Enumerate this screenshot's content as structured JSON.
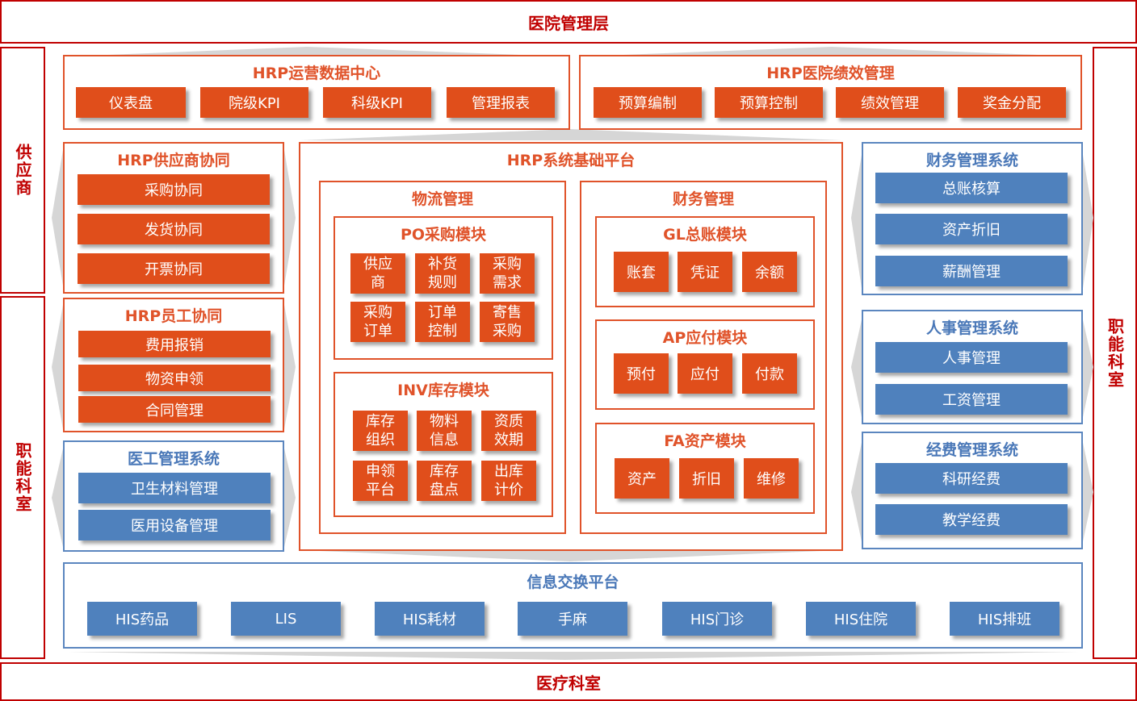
{
  "bands": {
    "top": "医院管理层",
    "bottom": "医疗科室"
  },
  "side": {
    "supplier": "供应商",
    "left_dept": "职能科室",
    "right_dept": "职能科室"
  },
  "data_center": {
    "title": "HRP运营数据中心",
    "items": [
      "仪表盘",
      "院级KPI",
      "科级KPI",
      "管理报表"
    ]
  },
  "performance": {
    "title": "HRP医院绩效管理",
    "items": [
      "预算编制",
      "预算控制",
      "绩效管理",
      "奖金分配"
    ]
  },
  "supplier_collab": {
    "title": "HRP供应商协同",
    "items": [
      "采购协同",
      "发货协同",
      "开票协同"
    ]
  },
  "staff_collab": {
    "title": "HRP员工协同",
    "items": [
      "费用报销",
      "物资申领",
      "合同管理"
    ]
  },
  "medical_eng": {
    "title": "医工管理系统",
    "items": [
      "卫生材料管理",
      "医用设备管理"
    ]
  },
  "platform": {
    "title": "HRP系统基础平台",
    "logistics": {
      "title": "物流管理",
      "po": {
        "title": "PO采购模块",
        "items": [
          "供应\n商",
          "补货\n规则",
          "采购\n需求",
          "采购\n订单",
          "订单\n控制",
          "寄售\n采购"
        ]
      },
      "inv": {
        "title": "INV库存模块",
        "items": [
          "库存\n组织",
          "物料\n信息",
          "资质\n效期",
          "申领\n平台",
          "库存\n盘点",
          "出库\n计价"
        ]
      }
    },
    "finance": {
      "title": "财务管理",
      "gl": {
        "title": "GL总账模块",
        "items": [
          "账套",
          "凭证",
          "余额"
        ]
      },
      "ap": {
        "title": "AP应付模块",
        "items": [
          "预付",
          "应付",
          "付款"
        ]
      },
      "fa": {
        "title": "FA资产模块",
        "items": [
          "资产",
          "折旧",
          "维修"
        ]
      }
    }
  },
  "finance_sys": {
    "title": "财务管理系统",
    "items": [
      "总账核算",
      "资产折旧",
      "薪酬管理"
    ]
  },
  "hr_sys": {
    "title": "人事管理系统",
    "items": [
      "人事管理",
      "工资管理"
    ]
  },
  "fund_sys": {
    "title": "经费管理系统",
    "items": [
      "科研经费",
      "教学经费"
    ]
  },
  "exchange": {
    "title": "信息交换平台",
    "items": [
      "HIS药品",
      "LIS",
      "HIS耗材",
      "手麻",
      "HIS门诊",
      "HIS住院",
      "HIS排班"
    ]
  },
  "colors": {
    "red": "#c00000",
    "orange": "#e04e1b",
    "blue": "#4f81bd",
    "arrow": "#d6d6d6"
  }
}
